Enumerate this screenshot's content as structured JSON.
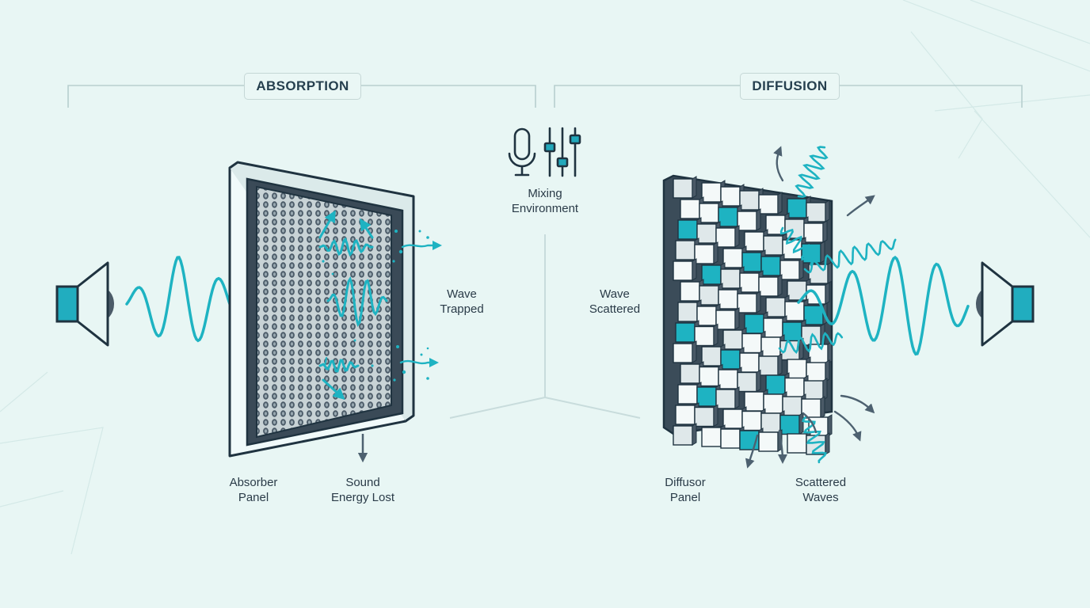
{
  "headings": {
    "left": "ABSORPTION",
    "right": "DIFFUSION"
  },
  "center": {
    "label_line1": "Mixing",
    "label_line2": "Environment"
  },
  "left_labels": {
    "wave_line1": "Wave",
    "wave_line2": "Trapped",
    "panel_line1": "Absorber",
    "panel_line2": "Panel",
    "loss_line1": "Sound",
    "loss_line2": "Energy Lost"
  },
  "right_labels": {
    "wave_line1": "Wave",
    "wave_line2": "Scattered",
    "panel_line1": "Diffusor",
    "panel_line2": "Panel",
    "waves_line1": "Scattered",
    "waves_line2": "Waves"
  },
  "colors": {
    "teal": "#1eb3c2",
    "dark": "#1f3340",
    "slate": "#4d6170",
    "bracket": "#b7cfcf",
    "background": "#e8f6f4"
  },
  "icons": [
    "speaker-icon",
    "microphone-icon",
    "mixer-faders-icon",
    "arrow-icon"
  ]
}
